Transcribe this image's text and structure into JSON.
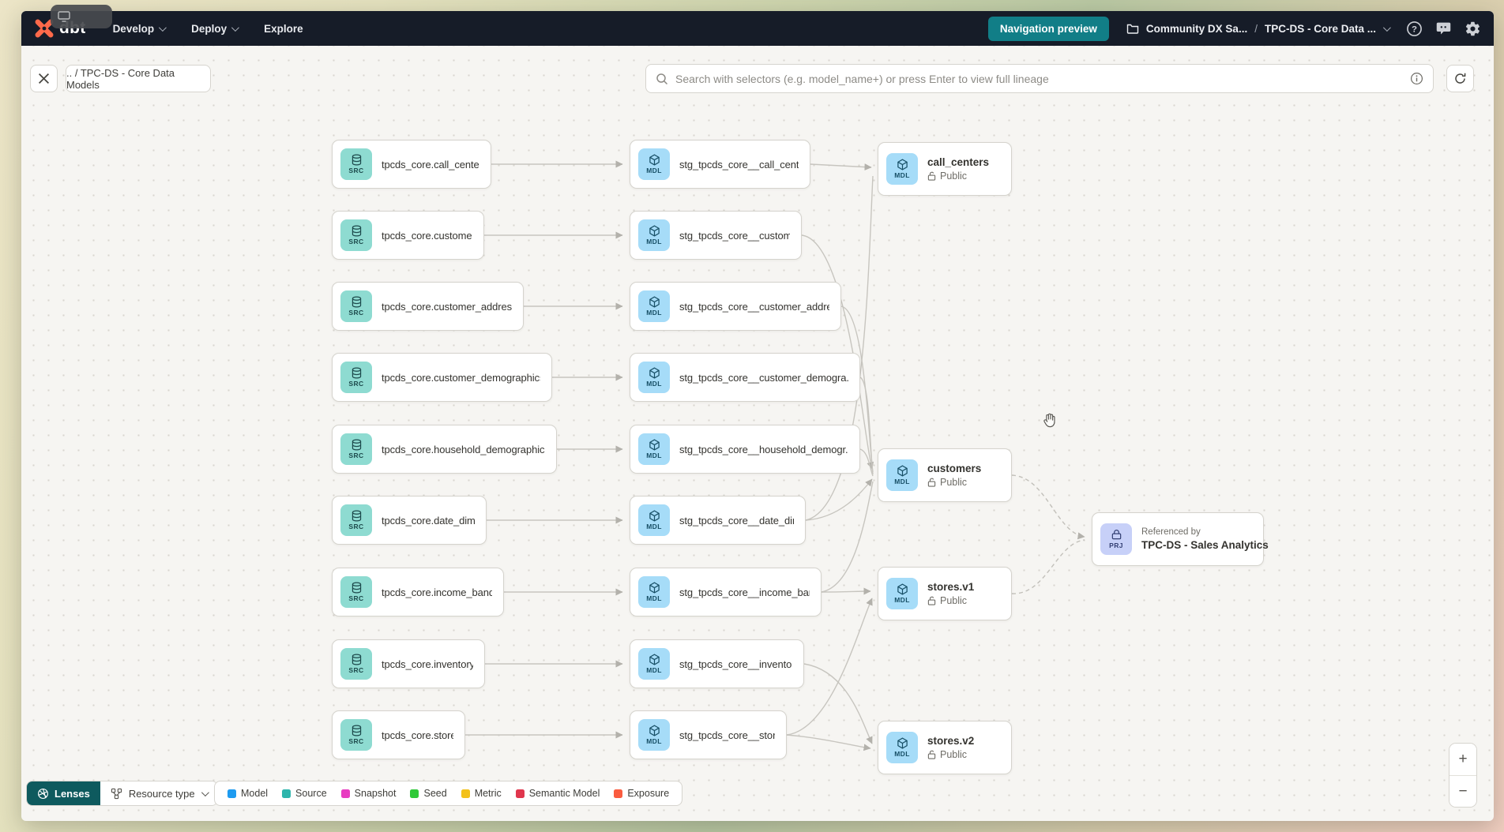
{
  "navbar": {
    "brand": "dbt",
    "menu": {
      "develop": "Develop",
      "deploy": "Deploy",
      "explore": "Explore"
    },
    "preview_button": "Navigation preview",
    "breadcrumb": {
      "project": "Community DX Sa...",
      "separator": "/",
      "page": "TPC-DS - Core Data ..."
    }
  },
  "toolbar": {
    "breadcrumb": ".. / TPC-DS - Core Data Models",
    "search_placeholder": "Search with selectors (e.g. model_name+) or press Enter to view full lineage"
  },
  "graph": {
    "badge_labels": {
      "source": "SRC",
      "model": "MDL",
      "project": "PRJ"
    },
    "sources": [
      "tpcds_core.call_center",
      "tpcds_core.customer",
      "tpcds_core.customer_address",
      "tpcds_core.customer_demographics",
      "tpcds_core.household_demographics",
      "tpcds_core.date_dim",
      "tpcds_core.income_band",
      "tpcds_core.inventory",
      "tpcds_core.store"
    ],
    "staging": [
      "stg_tpcds_core__call_center",
      "stg_tpcds_core__customer",
      "stg_tpcds_core__customer_address",
      "stg_tpcds_core__customer_demogra...",
      "stg_tpcds_core__household_demogr...",
      "stg_tpcds_core__date_dim",
      "stg_tpcds_core__income_band",
      "stg_tpcds_core__inventory",
      "stg_tpcds_core__store"
    ],
    "public_models": [
      {
        "label": "call_centers",
        "access": "Public"
      },
      {
        "label": "customers",
        "access": "Public"
      },
      {
        "label": "stores.v1",
        "access": "Public"
      },
      {
        "label": "stores.v2",
        "access": "Public"
      }
    ],
    "referenced_by": {
      "title": "Referenced by",
      "name": "TPC-DS - Sales Analytics"
    }
  },
  "footer": {
    "lenses": "Lenses",
    "resource_type": "Resource type",
    "legend": [
      {
        "label": "Model",
        "color": "#1e9bf0"
      },
      {
        "label": "Source",
        "color": "#2eb5ac"
      },
      {
        "label": "Snapshot",
        "color": "#e83cc1"
      },
      {
        "label": "Seed",
        "color": "#2fc938"
      },
      {
        "label": "Metric",
        "color": "#f3c11b"
      },
      {
        "label": "Semantic Model",
        "color": "#e0364d"
      },
      {
        "label": "Exposure",
        "color": "#fa5c3f"
      }
    ]
  },
  "zoom_controls": {
    "zoom_in": "+",
    "zoom_out": "−"
  }
}
